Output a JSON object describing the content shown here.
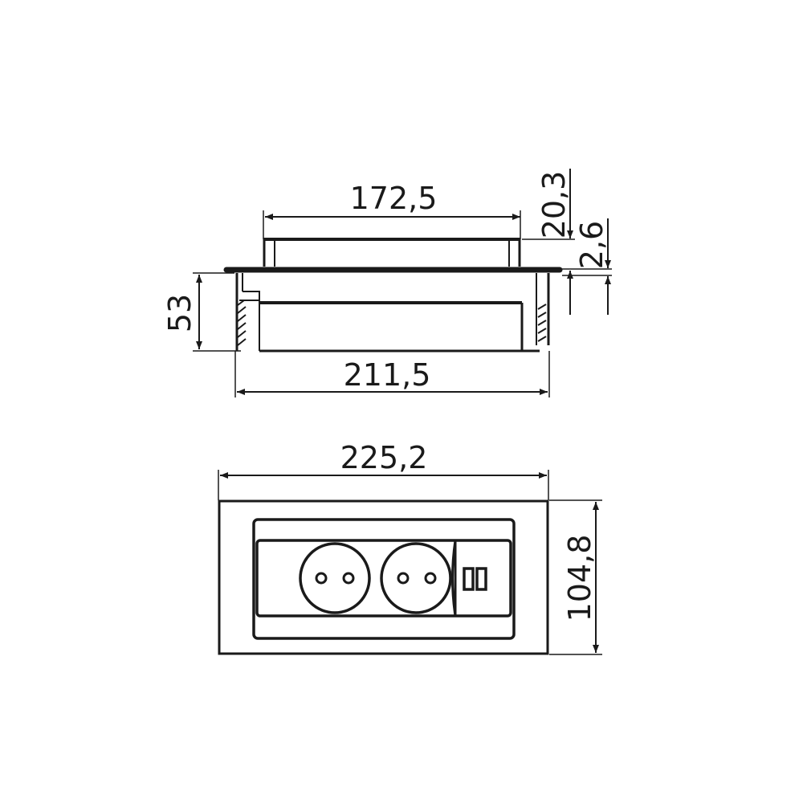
{
  "dimensions": {
    "top_width": "172,5",
    "top_height": "20,3",
    "flange_thickness": "2,6",
    "body_height": "53",
    "body_width": "211,5",
    "cover_width": "225,2",
    "cover_height": "104,8"
  },
  "colors": {
    "line": "#1a1a1a",
    "background": "#ffffff"
  }
}
